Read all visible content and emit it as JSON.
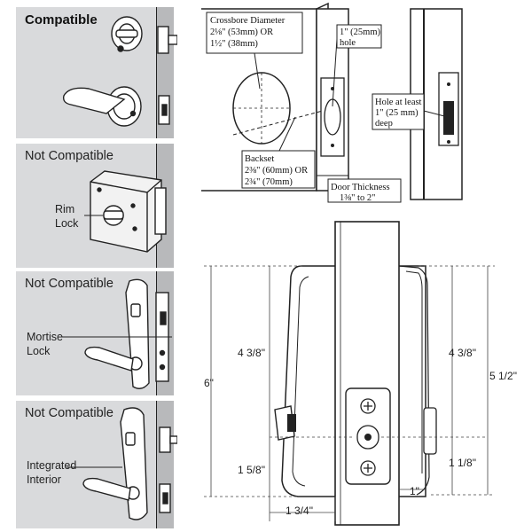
{
  "panels": [
    {
      "title": "Compatible"
    },
    {
      "title": "Not Compatible",
      "label_line1": "Rim",
      "label_line2": "Lock"
    },
    {
      "title": "Not Compatible",
      "label_line1": "Mortise",
      "label_line2": "Lock"
    },
    {
      "title": "Not Compatible",
      "label_line1": "Integrated",
      "label_line2": "Interior"
    }
  ],
  "door_prep": {
    "crossbore_line1": "Crossbore Diameter",
    "crossbore_line2": "2⅛\" (53mm) OR",
    "crossbore_line3": "1½\" (38mm)",
    "hole_line1": "1\" (25mm)",
    "hole_line2": "hole",
    "backset_line1": "Backset",
    "backset_line2": "2⅜\" (60mm) OR",
    "backset_line3": "2¾\" (70mm)",
    "thickness_line1": "Door Thickness",
    "thickness_line2": "1⅜\" to 2\"",
    "depth_line1": "Hole at least",
    "depth_line2": "1\" (25 mm)",
    "depth_line3": "deep"
  },
  "dimensions": {
    "height_total": "6\"",
    "left_upper": "4 3/8\"",
    "left_lower": "1 5/8\"",
    "right_upper": "4 3/8\"",
    "right_total": "5 1/2\"",
    "right_lower": "1 1/8\"",
    "bottom_width": "1 3/4\"",
    "bottom_small": "1\""
  }
}
